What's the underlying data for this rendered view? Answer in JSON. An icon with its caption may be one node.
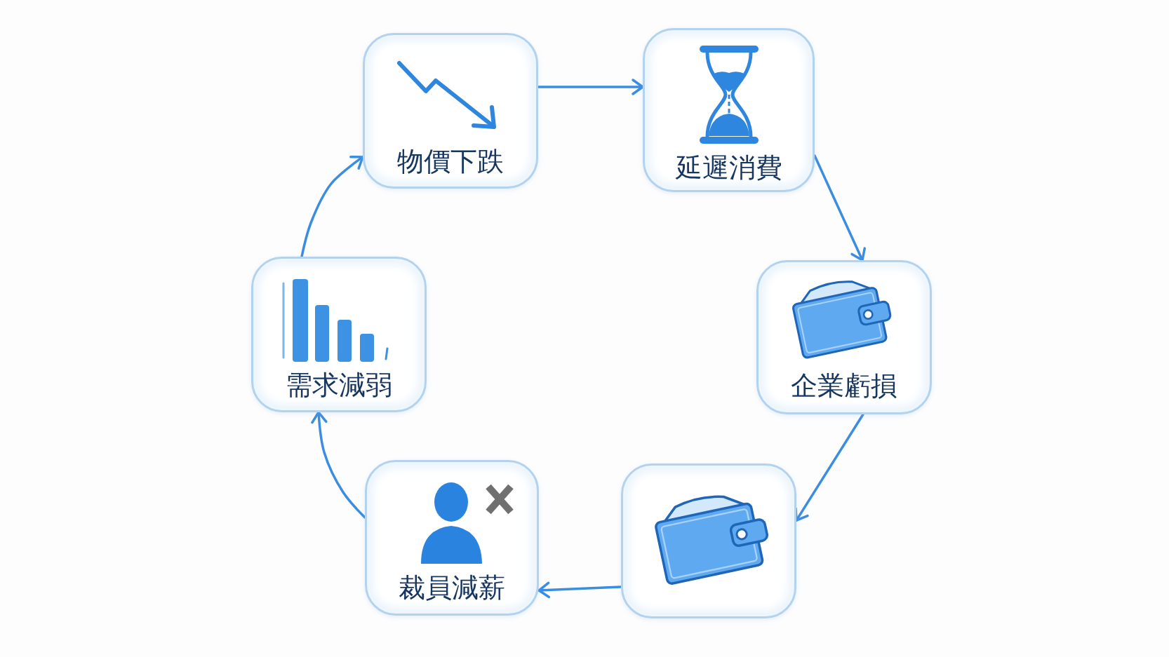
{
  "diagram": {
    "nodes": [
      {
        "text": [
          "物價下跌"
        ]
      },
      {
        "text": [
          "延遲消費"
        ]
      },
      {
        "text": [
          "企業虧損"
        ]
      },
      {
        "text": [],
        "shape": "box"
      },
      {
        "text": [
          "裁員減薪"
        ]
      },
      {
        "text": [
          "需求減弱"
        ]
      }
    ],
    "edges": [
      {
        "from": 0,
        "to": 1,
        "arrow": "to"
      },
      {
        "from": 1,
        "to": 2,
        "arrow": "to"
      },
      {
        "from": 2,
        "to": 3,
        "arrow": "to"
      },
      {
        "from": 3,
        "to": 4,
        "arrow": "to"
      },
      {
        "from": 4,
        "to": 5,
        "arrow": "to"
      },
      {
        "from": 5,
        "to": 0,
        "arrow": "to"
      }
    ]
  }
}
